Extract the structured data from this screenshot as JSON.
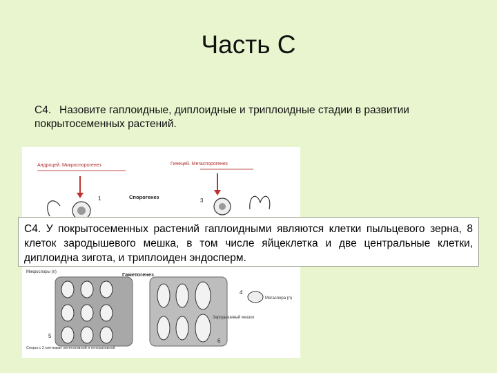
{
  "slide": {
    "title": "Часть С"
  },
  "question": {
    "number": "С4.",
    "text": "Назовите гаплоидные, диплоидные и триплоидные стадии в развитии покрытосеменных растений."
  },
  "figure": {
    "label_androecium": "Андроцей. Микроспорогенез",
    "label_gynoecium": "Гинецей. Мегаспорогенез",
    "label_sporogenesis": "Спорогенез",
    "label_gametogenesis": "Гаметогенез",
    "label_microspore": "Микроспоры (n)",
    "label_megaspore": "Мегаспора (n)",
    "label_embryo_sac": "Зародышевый мешок",
    "label_cells": "Споры с 2 клетками: вегетативной и генеративной",
    "num_1": "1",
    "num_3": "3",
    "num_4": "4",
    "num_5": "5",
    "num_6": "6"
  },
  "answer": {
    "text": "С4. У покрытосеменных растений гаплоидными являются клетки пыльцевого зерна, 8 клеток зародышевого мешка, в том числе яйцеклетка и две центральные клетки, диплоидна зигота, и триплоиден эндосперм."
  }
}
